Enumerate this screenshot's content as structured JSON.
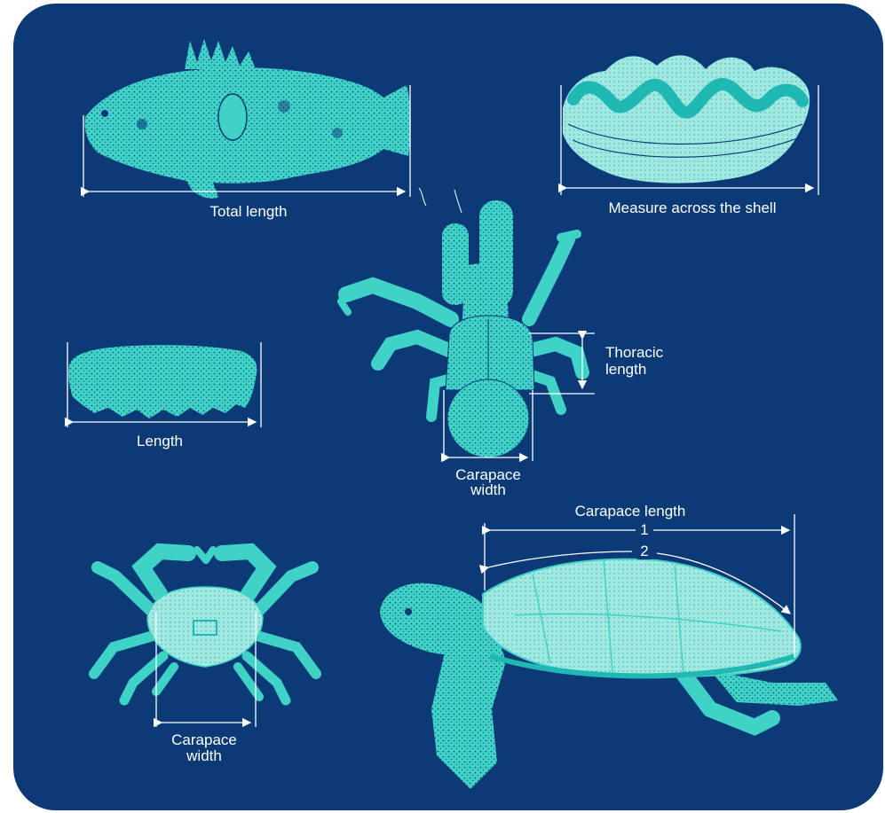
{
  "colors": {
    "background": "#0c3a77",
    "illustration": "#3fd2c7",
    "text": "#ffffff"
  },
  "labels": {
    "fish": "Total length",
    "clam": "Measure across the shell",
    "sea_cucumber": "Length",
    "coconut_crab_thoracic_1": "Thoracic",
    "coconut_crab_thoracic_2": "length",
    "coconut_crab_carapace_1": "Carapace",
    "coconut_crab_carapace_2": "width",
    "mud_crab_carapace_1": "Carapace",
    "mud_crab_carapace_2": "width",
    "turtle_carapace": "Carapace length",
    "turtle_marker_1": "1",
    "turtle_marker_2": "2"
  }
}
